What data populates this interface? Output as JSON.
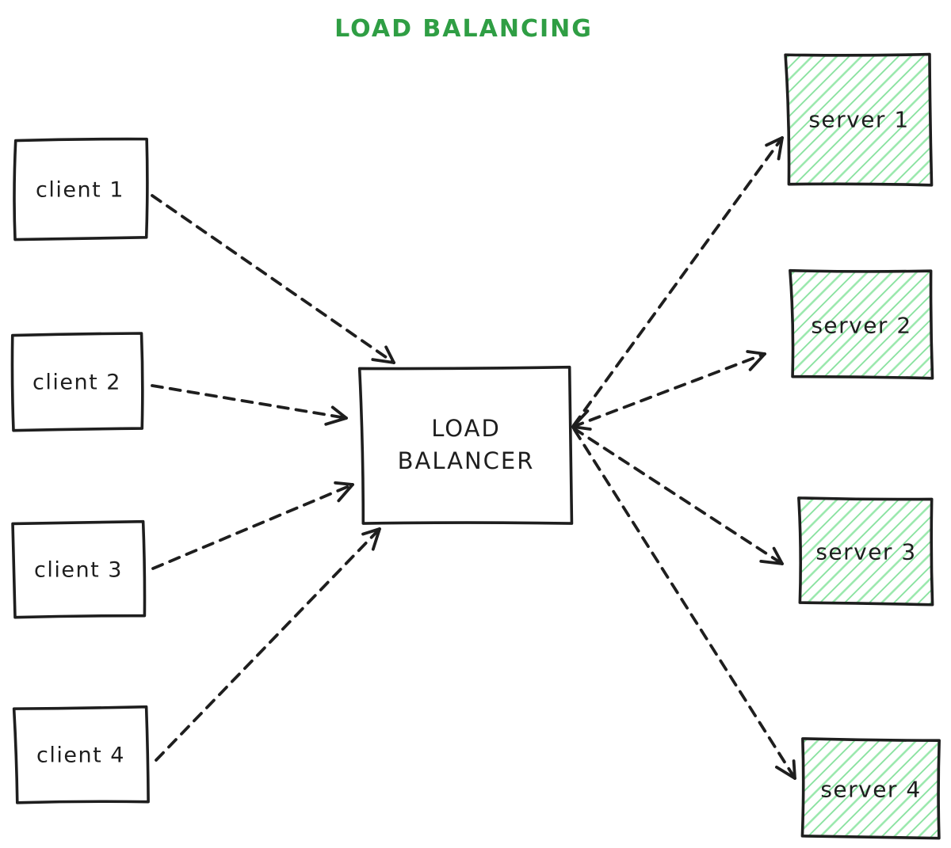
{
  "title": {
    "text": "LOAD BALANCING"
  },
  "colors": {
    "ink": "#1e1e1e",
    "title_green": "#2f9e44",
    "hachure_green_1": "#98e8ab",
    "hachure_green_2": "#82e09a",
    "background": "#ffffff"
  },
  "nodes": {
    "clients": [
      {
        "label": "client 1"
      },
      {
        "label": "client 2"
      },
      {
        "label": "client 3"
      },
      {
        "label": "client 4"
      }
    ],
    "load_balancer": {
      "line1": "LOAD",
      "line2": "BALANCER"
    },
    "servers": [
      {
        "label": "server 1"
      },
      {
        "label": "server 2"
      },
      {
        "label": "server 3"
      },
      {
        "label": "server 4"
      }
    ]
  },
  "edges": [
    {
      "from": "client 1",
      "to": "load balancer",
      "style": "dashed",
      "direction": "one-way"
    },
    {
      "from": "client 2",
      "to": "load balancer",
      "style": "dashed",
      "direction": "one-way"
    },
    {
      "from": "client 3",
      "to": "load balancer",
      "style": "dashed",
      "direction": "one-way"
    },
    {
      "from": "client 4",
      "to": "load balancer",
      "style": "dashed",
      "direction": "one-way"
    },
    {
      "from": "load balancer",
      "to": "server 1",
      "style": "dashed",
      "direction": "one-way"
    },
    {
      "from": "load balancer",
      "to": "server 2",
      "style": "dashed",
      "direction": "two-way"
    },
    {
      "from": "load balancer",
      "to": "server 3",
      "style": "dashed",
      "direction": "one-way"
    },
    {
      "from": "load balancer",
      "to": "server 4",
      "style": "dashed",
      "direction": "one-way"
    }
  ]
}
